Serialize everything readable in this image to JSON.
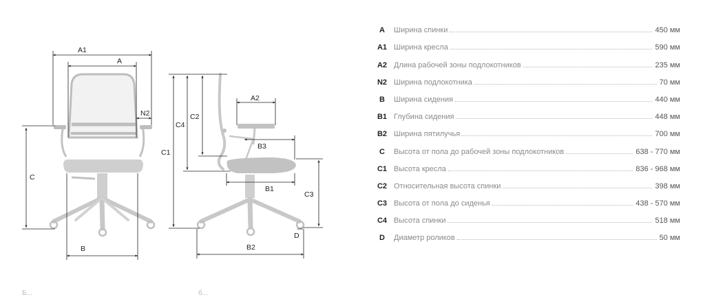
{
  "diagram": {
    "front_labels": {
      "A1": "A1",
      "A": "A",
      "N2": "N2",
      "C": "C",
      "B": "B"
    },
    "side_labels": {
      "C4": "C4",
      "C2": "C2",
      "C1": "C1",
      "A2": "A2",
      "B3": "B3",
      "B1": "B1",
      "C3": "C3",
      "B2": "B2",
      "D": "D"
    }
  },
  "specs": [
    {
      "code": "A",
      "name": "Ширина спинки",
      "value": "450 мм"
    },
    {
      "code": "A1",
      "name": "Ширина кресла",
      "value": "590 мм"
    },
    {
      "code": "A2",
      "name": "Длина рабочей зоны подлокотников",
      "value": "235 мм"
    },
    {
      "code": "N2",
      "name": "Ширина подлокотника",
      "value": "70 мм"
    },
    {
      "code": "B",
      "name": "Ширина сидения",
      "value": "440 мм"
    },
    {
      "code": "B1",
      "name": "Глубина сидения",
      "value": "448 мм"
    },
    {
      "code": "B2",
      "name": "Ширина пятилучья",
      "value": "700 мм"
    },
    {
      "code": "C",
      "name": "Высота от пола до рабочей зоны подлокотников",
      "value": "638 - 770 мм"
    },
    {
      "code": "C1",
      "name": "Высота кресла",
      "value": "836 - 968 мм"
    },
    {
      "code": "C2",
      "name": "Относительная высота спинки",
      "value": "398 мм"
    },
    {
      "code": "C3",
      "name": "Высота от пола до сиденья",
      "value": "438 - 570 мм"
    },
    {
      "code": "C4",
      "name": "Высота спинки",
      "value": "518 мм"
    },
    {
      "code": "D",
      "name": "Диаметр роликов",
      "value": "50 мм"
    }
  ],
  "footer": {
    "left": "Б...",
    "right": "б..."
  }
}
